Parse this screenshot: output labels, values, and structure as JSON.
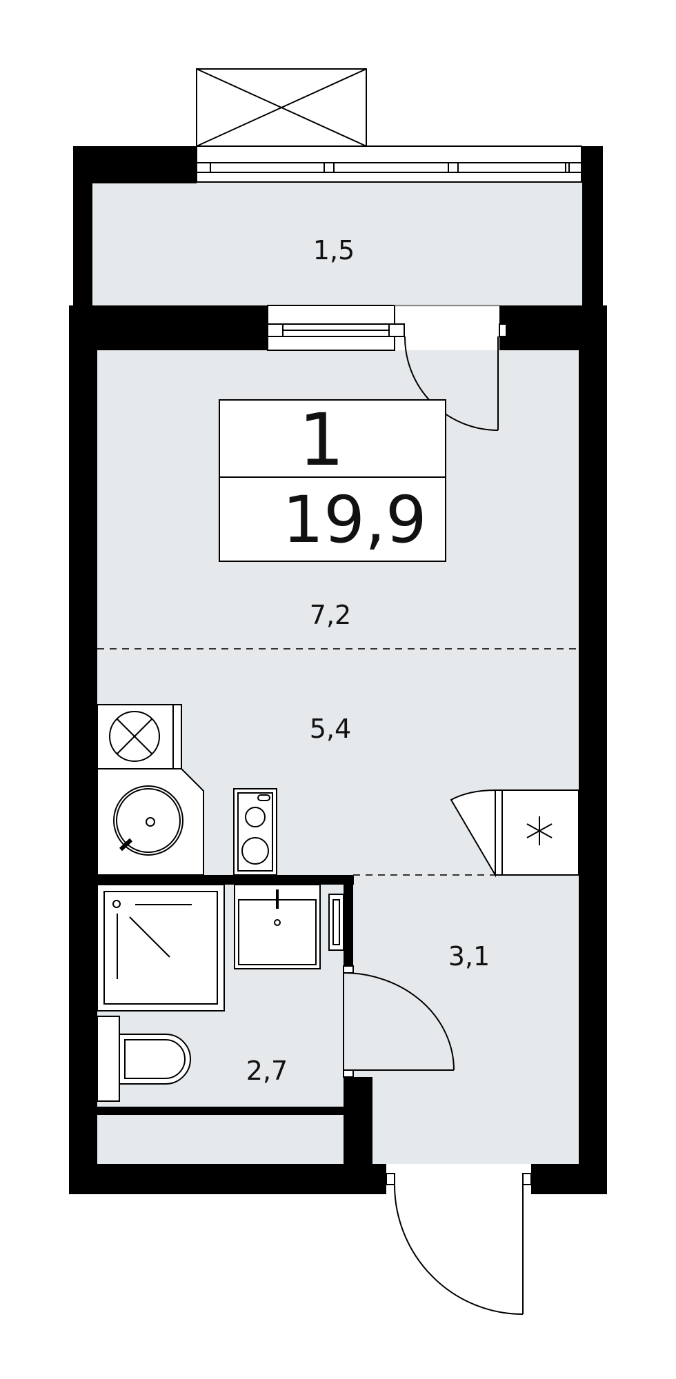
{
  "plan": {
    "rooms_count": "1",
    "total_area": "19,9",
    "rooms": {
      "balcony": "1,5",
      "living": "7,2",
      "kitchen": "5,4",
      "hall": "3,1",
      "bathroom": "2,7"
    }
  }
}
